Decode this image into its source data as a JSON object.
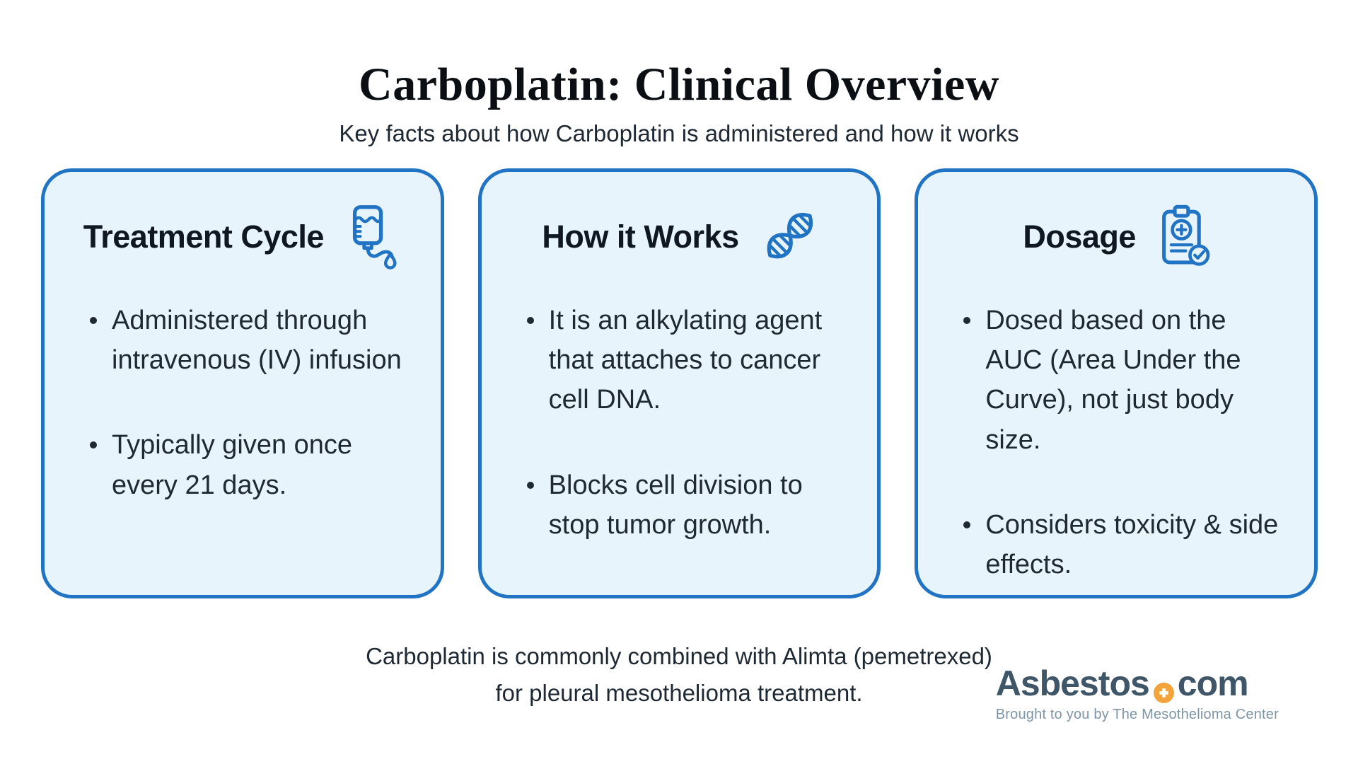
{
  "page": {
    "title": "Carboplatin: Clinical Overview",
    "subtitle": "Key facts about how Carboplatin is administered and how it works",
    "footer_note_line1": "Carboplatin is commonly combined with Alimta (pemetrexed)",
    "footer_note_line2": "for pleural mesothelioma treatment."
  },
  "cards": [
    {
      "title": "Treatment Cycle",
      "icon": "iv-drip-bag-icon",
      "bullets": [
        "Administered through intravenous (IV) infusion",
        "Typically given once every 21 days."
      ]
    },
    {
      "title": "How it Works",
      "icon": "dna-helix-icon",
      "bullets": [
        "It is an alkylating agent that attaches to cancer cell DNA.",
        "Blocks cell division to stop tumor growth."
      ]
    },
    {
      "title": "Dosage",
      "icon": "dosage-clipboard-icon",
      "bullets": [
        "Dosed based on the AUC (Area Under the Curve), not just body size.",
        "Considers toxicity & side effects."
      ]
    }
  ],
  "logo": {
    "brand": "Asbestos",
    "suffix": "com",
    "tagline": "Brought to you by The Mesothelioma Center"
  },
  "colors": {
    "card_background": "#e8f4fc",
    "card_border": "#2173c4",
    "icon_blue": "#2173c4",
    "heading_text": "#0f1722",
    "body_text": "#1f2933",
    "logo_slate": "#3e5668",
    "logo_orange": "#f2a33c",
    "logo_tagline": "#7e95a6"
  }
}
